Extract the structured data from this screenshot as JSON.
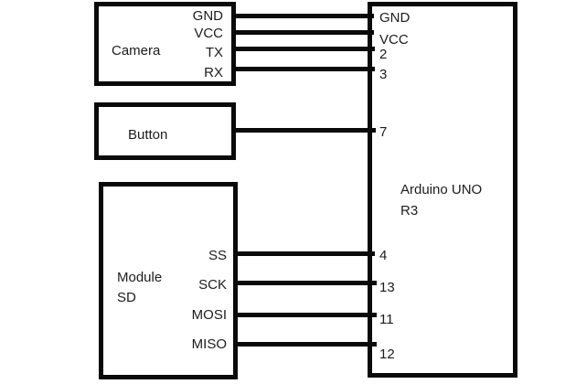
{
  "diagram": {
    "colors": {
      "background": "#ffffff",
      "line": "#0a0a0a",
      "text": "#1c1c1c"
    },
    "camera": {
      "label": "Camera",
      "pins": [
        "GND",
        "VCC",
        "TX",
        "RX"
      ]
    },
    "button": {
      "label": "Button"
    },
    "sd_module": {
      "label_line1": "Module",
      "label_line2": "SD",
      "pins": [
        "SS",
        "SCK",
        "MOSI",
        "MISO"
      ]
    },
    "arduino": {
      "label_line1": "Arduino UNO",
      "label_line2": "R3",
      "top_pins": [
        "GND",
        "VCC",
        "2",
        "3"
      ],
      "middle_pin": "7",
      "bottom_pins": [
        "4",
        "13",
        "11",
        "12"
      ]
    },
    "wires": [
      {
        "from": "Camera GND",
        "to": "Arduino GND"
      },
      {
        "from": "Camera VCC",
        "to": "Arduino VCC"
      },
      {
        "from": "Camera TX",
        "to": "Arduino 2"
      },
      {
        "from": "Camera RX",
        "to": "Arduino 3"
      },
      {
        "from": "Button",
        "to": "Arduino 7"
      },
      {
        "from": "Module SD SS",
        "to": "Arduino 4"
      },
      {
        "from": "Module SD SCK",
        "to": "Arduino 13"
      },
      {
        "from": "Module SD MOSI",
        "to": "Arduino 11"
      },
      {
        "from": "Module SD MISO",
        "to": "Arduino 12"
      }
    ]
  }
}
